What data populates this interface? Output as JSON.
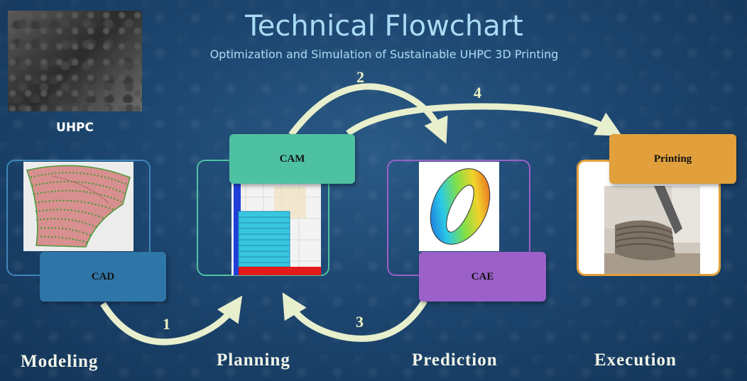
{
  "header": {
    "title": "Technical Flowchart",
    "subtitle": "Optimization and Simulation of Sustainable UHPC 3D Printing"
  },
  "material": {
    "label": "UHPC"
  },
  "nodes": {
    "cad": {
      "label": "CAD",
      "color": "#2f76a8"
    },
    "cam": {
      "label": "CAM",
      "color": "#4ec1a2"
    },
    "cae": {
      "label": "CAE",
      "color": "#9b61c9"
    },
    "printing": {
      "label": "Printing",
      "color": "#e1a03c"
    }
  },
  "stages": {
    "modeling": "Modeling",
    "planning": "Planning",
    "prediction": "Prediction",
    "execution": "Execution"
  },
  "arrows": {
    "one": "1",
    "two": "2",
    "three": "3",
    "four": "4",
    "color": "#e8efcd"
  }
}
